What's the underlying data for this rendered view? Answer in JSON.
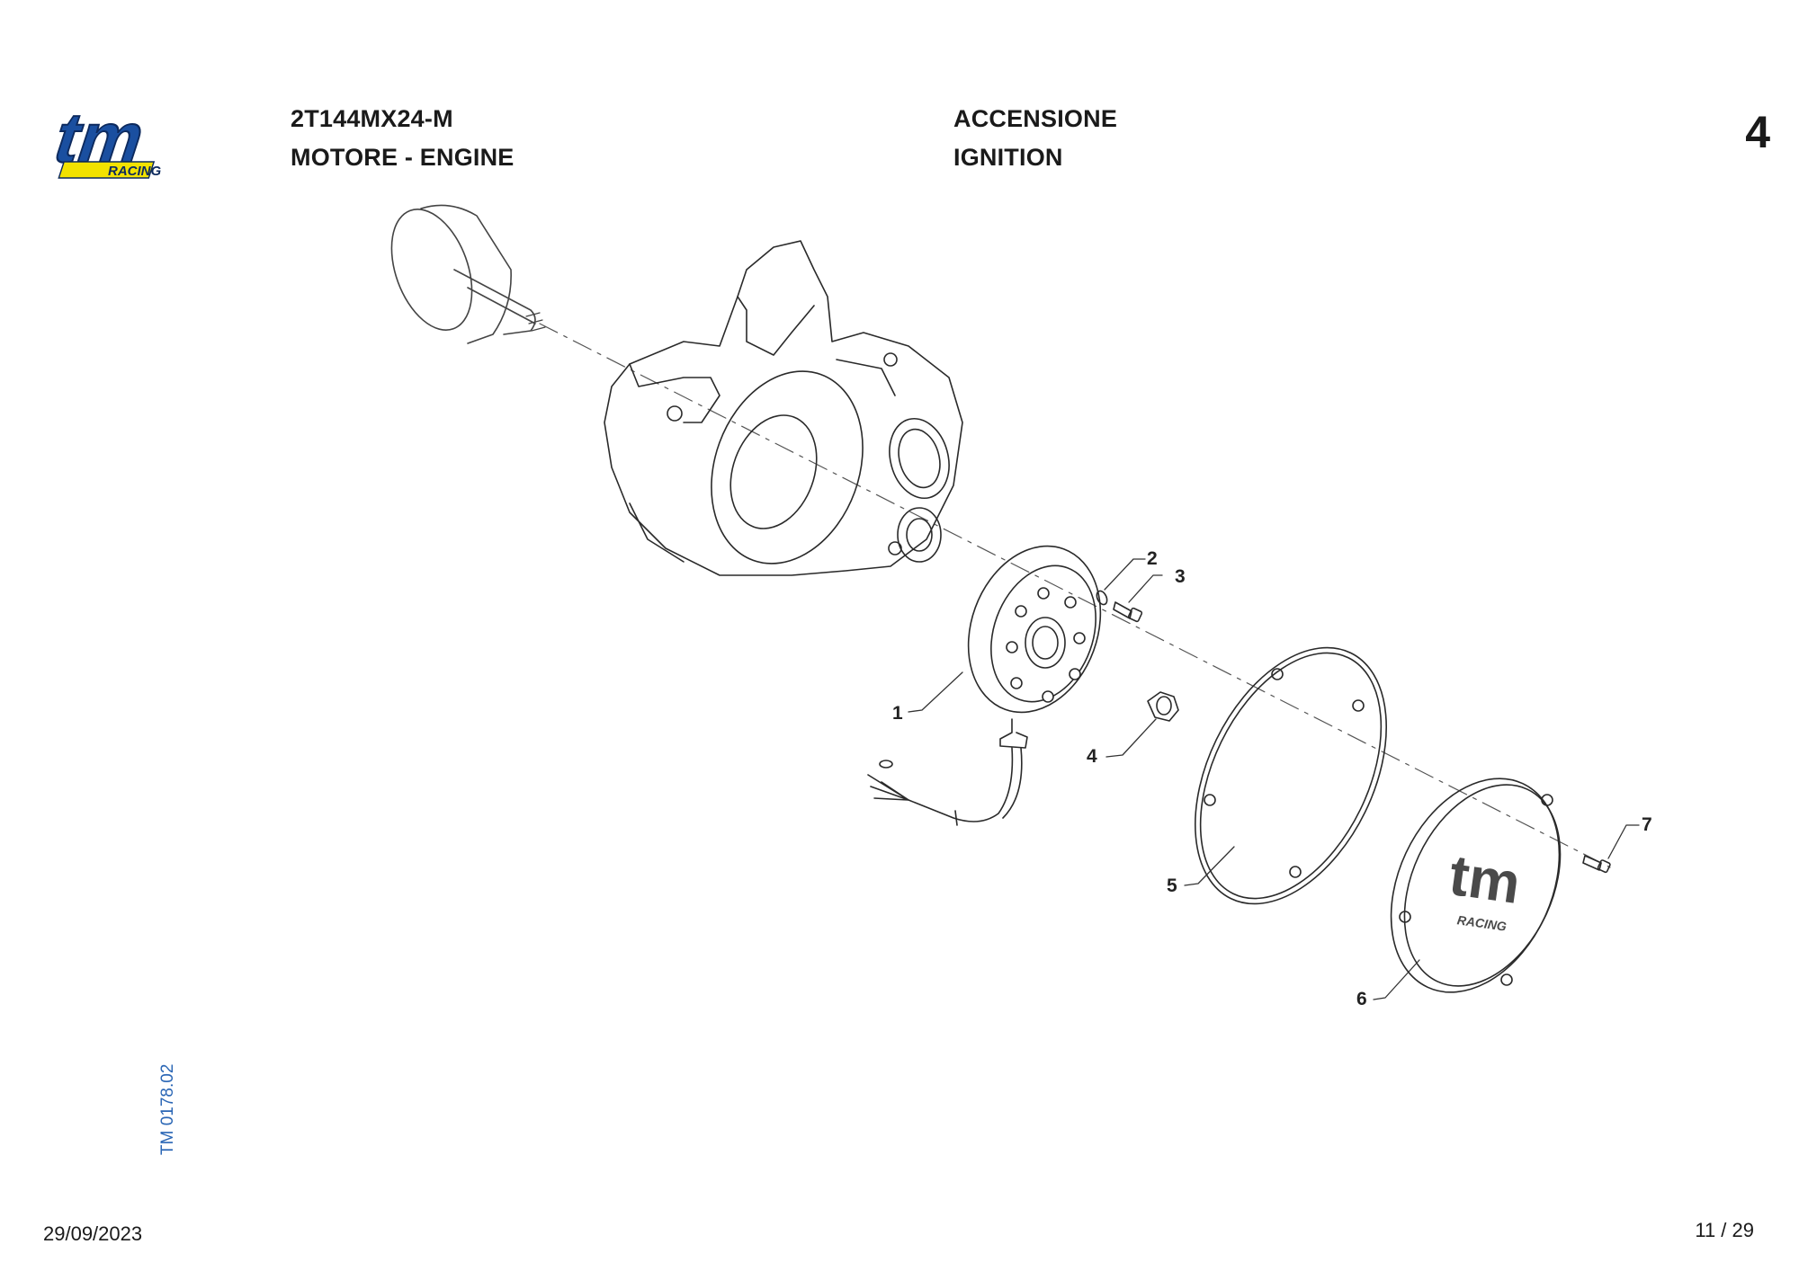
{
  "header": {
    "model_code": "2T144MX24-M",
    "model_group": "MOTORE - ENGINE",
    "section_it": "ACCENSIONE",
    "section_en": "IGNITION",
    "table_number": "4"
  },
  "logo": {
    "text": "tm",
    "subtext": "RACING",
    "colors": {
      "primary": "#1a4fa0",
      "accent": "#f2e200"
    }
  },
  "doc_code": "TM 0178.02",
  "footer": {
    "date": "29/09/2023",
    "page": "11 / 29"
  },
  "callouts": [
    "1",
    "2",
    "3",
    "4",
    "5",
    "6",
    "7"
  ],
  "cover_logo": {
    "text": "tm",
    "subtext": "RACING"
  }
}
